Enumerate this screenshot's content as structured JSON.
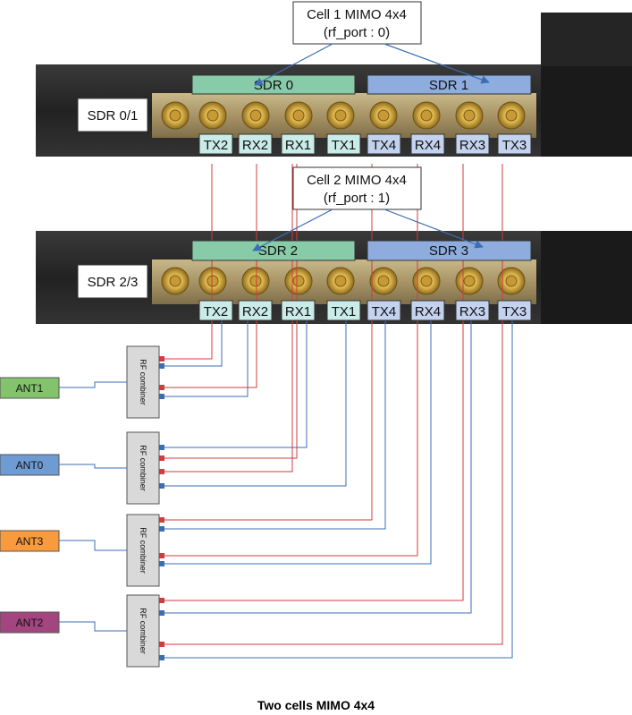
{
  "cells": [
    {
      "title": "Cell 1 MIMO 4x4",
      "subtitle": "(rf_port : 0)"
    },
    {
      "title": "Cell 2 MIMO 4x4",
      "subtitle": "(rf_port : 1)"
    }
  ],
  "racks": [
    {
      "label": "SDR 0/1",
      "sdr_left": "SDR 0",
      "sdr_right": "SDR 1",
      "ports": [
        "TX2",
        "RX2",
        "RX1",
        "TX1",
        "TX4",
        "RX4",
        "RX3",
        "TX3"
      ]
    },
    {
      "label": "SDR 2/3",
      "sdr_left": "SDR 2",
      "sdr_right": "SDR 3",
      "ports": [
        "TX2",
        "RX2",
        "RX1",
        "TX1",
        "TX4",
        "RX4",
        "RX3",
        "TX3"
      ]
    }
  ],
  "combiner_label": "RF combiner",
  "antennas": [
    {
      "label": "ANT1",
      "color": "#82c36b"
    },
    {
      "label": "ANT0",
      "color": "#6e9bd2"
    },
    {
      "label": "ANT3",
      "color": "#f99a3c"
    },
    {
      "label": "ANT2",
      "color": "#a3457e"
    }
  ],
  "colors": {
    "tx_line": "#d23c3c",
    "rx_line": "#3c6eb4",
    "sdr_left": "#88cba8",
    "sdr_right": "#8eadde",
    "port_left": "#c9ece8",
    "port_right": "#c3d2ee"
  },
  "caption": "Two cells MIMO 4x4"
}
